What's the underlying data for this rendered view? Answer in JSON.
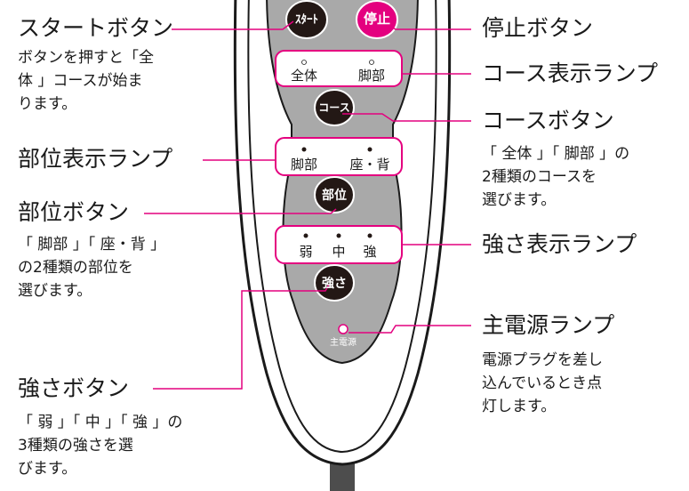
{
  "remote": {
    "start_button": "ｽﾀｰﾄ",
    "stop_button": "停止",
    "course_lamps": [
      "全体",
      "脚部"
    ],
    "course_button": "コース",
    "part_lamps": [
      "脚部",
      "座・背"
    ],
    "part_button": "部位",
    "strength_lamps": [
      "弱",
      "中",
      "強"
    ],
    "strength_button": "強さ",
    "power_lamp": "主電源"
  },
  "labels": {
    "start": {
      "title": "スタートボタン",
      "desc": "ボタンを押すと「全\n体 」コースが始ま\nります。"
    },
    "part_lamp": {
      "title": "部位表示ランプ"
    },
    "part_button": {
      "title": "部位ボタン",
      "desc": "「 脚部 」「 座・背 」\nの2種類の部位を\n選びます。"
    },
    "strength_button": {
      "title": "強さボタン",
      "desc": "「 弱 」「 中 」「 強 」の\n3種類の強さを選\nびます。"
    },
    "stop": {
      "title": "停止ボタン"
    },
    "course_lamp": {
      "title": "コース表示ランプ"
    },
    "course_button": {
      "title": "コースボタン",
      "desc": "「 全体 」「 脚部 」の\n2種類のコースを\n選びます。"
    },
    "strength_lamp": {
      "title": "強さ表示ランプ"
    },
    "power_lamp": {
      "title": "主電源ランプ",
      "desc": "電源プラグを差し\n込んでいるとき点\n灯します。"
    }
  },
  "colors": {
    "body_fill": "#ffffff",
    "panel_fill": "#a9a9a9",
    "dark_button": "#231815",
    "stop_button": "#e4007f",
    "lamp_box": "#ffffff",
    "leader_line": "#e4007f",
    "cable": "#4d4d4d"
  }
}
